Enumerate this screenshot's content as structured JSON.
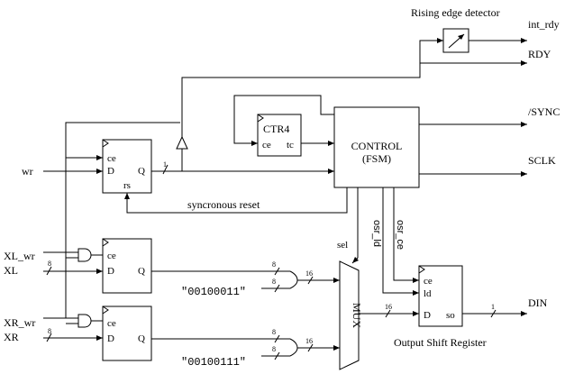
{
  "blocks": {
    "rising_edge_detector": "Rising edge detector",
    "ctr4": {
      "title": "CTR4",
      "ce": "ce",
      "tc": "tc"
    },
    "control": {
      "line1": "CONTROL",
      "line2": "(FSM)"
    },
    "wr_reg": {
      "ce": "ce",
      "d": "D",
      "q": "Q",
      "rs": "rs"
    },
    "xl_reg": {
      "ce": "ce",
      "d": "D",
      "q": "Q"
    },
    "xr_reg": {
      "ce": "ce",
      "d": "D",
      "q": "Q"
    },
    "mux": {
      "label": "MUX",
      "sel": "sel"
    },
    "osr": {
      "ce": "ce",
      "ld": "ld",
      "d": "D",
      "so": "so",
      "title": "Output Shift Register"
    }
  },
  "inputs": {
    "wr": "wr",
    "xl_wr": "XL_wr",
    "xl": "XL",
    "xr_wr": "XR_wr",
    "xr": "XR"
  },
  "outputs": {
    "int_rdy": "int_rdy",
    "rdy": "RDY",
    "sync": "/SYNC",
    "sclk": "SCLK",
    "din": "DIN"
  },
  "signals": {
    "sync_reset": "syncronous reset",
    "osr_ld": "osr_ld",
    "osr_ce": "osr_ce"
  },
  "constants": {
    "c1": "\"00100011\"",
    "c2": "\"00100111\""
  },
  "bus_widths": {
    "wr_q": "1",
    "xl_in": "8",
    "xr_in": "8",
    "xl_q": "8",
    "c1": "8",
    "xr_q": "8",
    "c2": "8",
    "mux_in1": "16",
    "mux_in2": "16",
    "mux_out": "16",
    "so_out": "1"
  }
}
